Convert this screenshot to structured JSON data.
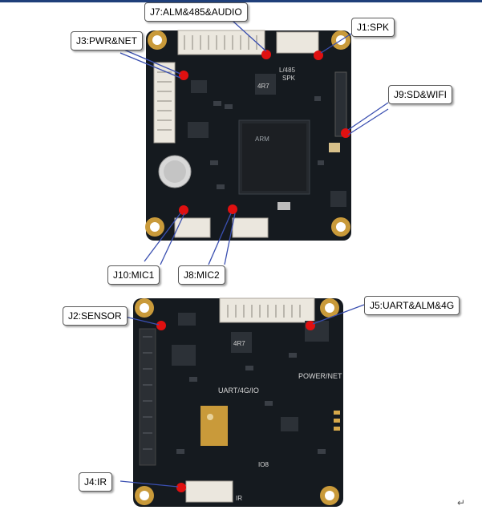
{
  "callouts": {
    "j7": "J7:ALM&485&AUDIO",
    "j1": "J1:SPK",
    "j3": "J3:PWR&NET",
    "j9": "J9:SD&WIFI",
    "j10": "J10:MIC1",
    "j8": "J8:MIC2",
    "j2": "J2:SENSOR",
    "j5": "J5:UART&ALM&4G",
    "j4": "J4:IR"
  },
  "silkscreen": {
    "top_chip_mark": "ARM",
    "top_label_485": "L/485",
    "top_label_spk": "SPK",
    "top_label_4r7": "4R7",
    "bottom_power_net": "POWER/NET",
    "bottom_uart": "UART/4G/IO",
    "bottom_4r7": "4R7",
    "bottom_io8": "IO8",
    "bottom_ir": "IR"
  },
  "colors": {
    "pcb": "#151a1f",
    "pad_gold": "#c99a3a",
    "marker_red": "#e01010",
    "connector_white": "#ebe7de",
    "leader": "#3a4fb0"
  },
  "return_mark": "↵"
}
